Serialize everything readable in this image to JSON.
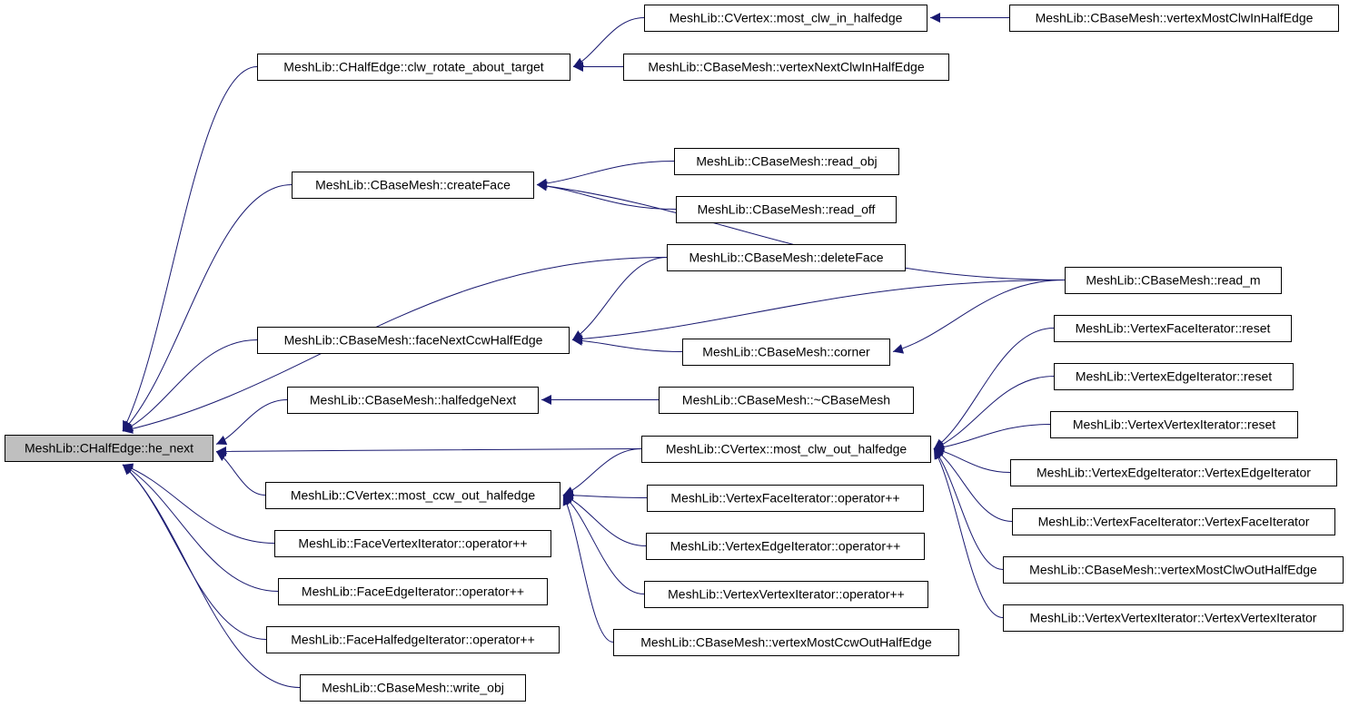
{
  "root": "n0",
  "colors": {
    "edge": "#191970",
    "root_fill": "#bfbfbf",
    "node_fill": "#ffffff",
    "node_border": "#000000"
  },
  "nodes": [
    {
      "id": "n0",
      "label": "MeshLib::CHalfEdge::he_next"
    },
    {
      "id": "n1",
      "label": "MeshLib::CHalfEdge::clw_rotate_about_target"
    },
    {
      "id": "n2",
      "label": "MeshLib::CVertex::most_clw_in_halfedge"
    },
    {
      "id": "n3",
      "label": "MeshLib::CBaseMesh::vertexMostClwInHalfEdge"
    },
    {
      "id": "n4",
      "label": "MeshLib::CBaseMesh::vertexNextClwInHalfEdge"
    },
    {
      "id": "n5",
      "label": "MeshLib::CBaseMesh::createFace"
    },
    {
      "id": "n6",
      "label": "MeshLib::CBaseMesh::read_obj"
    },
    {
      "id": "n7",
      "label": "MeshLib::CBaseMesh::read_off"
    },
    {
      "id": "n8",
      "label": "MeshLib::CBaseMesh::deleteFace"
    },
    {
      "id": "n9",
      "label": "MeshLib::CBaseMesh::read_m"
    },
    {
      "id": "n10",
      "label": "MeshLib::CBaseMesh::faceNextCcwHalfEdge"
    },
    {
      "id": "n11",
      "label": "MeshLib::CBaseMesh::corner"
    },
    {
      "id": "n12",
      "label": "MeshLib::CBaseMesh::halfedgeNext"
    },
    {
      "id": "n13",
      "label": "MeshLib::CBaseMesh::~CBaseMesh"
    },
    {
      "id": "n14",
      "label": "MeshLib::CVertex::most_clw_out_halfedge"
    },
    {
      "id": "n15",
      "label": "MeshLib::VertexFaceIterator::reset"
    },
    {
      "id": "n16",
      "label": "MeshLib::VertexEdgeIterator::reset"
    },
    {
      "id": "n17",
      "label": "MeshLib::VertexVertexIterator::reset"
    },
    {
      "id": "n18",
      "label": "MeshLib::VertexEdgeIterator::VertexEdgeIterator"
    },
    {
      "id": "n19",
      "label": "MeshLib::VertexFaceIterator::VertexFaceIterator"
    },
    {
      "id": "n20",
      "label": "MeshLib::CBaseMesh::vertexMostClwOutHalfEdge"
    },
    {
      "id": "n21",
      "label": "MeshLib::VertexVertexIterator::VertexVertexIterator"
    },
    {
      "id": "n22",
      "label": "MeshLib::CVertex::most_ccw_out_halfedge"
    },
    {
      "id": "n23",
      "label": "MeshLib::VertexFaceIterator::operator++"
    },
    {
      "id": "n24",
      "label": "MeshLib::VertexEdgeIterator::operator++"
    },
    {
      "id": "n25",
      "label": "MeshLib::VertexVertexIterator::operator++"
    },
    {
      "id": "n26",
      "label": "MeshLib::CBaseMesh::vertexMostCcwOutHalfEdge"
    },
    {
      "id": "n27",
      "label": "MeshLib::FaceVertexIterator::operator++"
    },
    {
      "id": "n28",
      "label": "MeshLib::FaceEdgeIterator::operator++"
    },
    {
      "id": "n29",
      "label": "MeshLib::FaceHalfedgeIterator::operator++"
    },
    {
      "id": "n30",
      "label": "MeshLib::CBaseMesh::write_obj"
    }
  ],
  "edges": [
    {
      "from": "n1",
      "to": "n0"
    },
    {
      "from": "n2",
      "to": "n1"
    },
    {
      "from": "n3",
      "to": "n2"
    },
    {
      "from": "n4",
      "to": "n1"
    },
    {
      "from": "n5",
      "to": "n0"
    },
    {
      "from": "n6",
      "to": "n5"
    },
    {
      "from": "n7",
      "to": "n5"
    },
    {
      "from": "n9",
      "to": "n5"
    },
    {
      "from": "n8",
      "to": "n0"
    },
    {
      "from": "n10",
      "to": "n0"
    },
    {
      "from": "n8",
      "to": "n10"
    },
    {
      "from": "n9",
      "to": "n10"
    },
    {
      "from": "n11",
      "to": "n10"
    },
    {
      "from": "n9",
      "to": "n11"
    },
    {
      "from": "n12",
      "to": "n0"
    },
    {
      "from": "n13",
      "to": "n12"
    },
    {
      "from": "n14",
      "to": "n0"
    },
    {
      "from": "n15",
      "to": "n14"
    },
    {
      "from": "n16",
      "to": "n14"
    },
    {
      "from": "n17",
      "to": "n14"
    },
    {
      "from": "n18",
      "to": "n14"
    },
    {
      "from": "n19",
      "to": "n14"
    },
    {
      "from": "n20",
      "to": "n14"
    },
    {
      "from": "n21",
      "to": "n14"
    },
    {
      "from": "n22",
      "to": "n0"
    },
    {
      "from": "n14",
      "to": "n22"
    },
    {
      "from": "n23",
      "to": "n22"
    },
    {
      "from": "n24",
      "to": "n22"
    },
    {
      "from": "n25",
      "to": "n22"
    },
    {
      "from": "n26",
      "to": "n22"
    },
    {
      "from": "n27",
      "to": "n0"
    },
    {
      "from": "n28",
      "to": "n0"
    },
    {
      "from": "n29",
      "to": "n0"
    },
    {
      "from": "n30",
      "to": "n0"
    }
  ]
}
